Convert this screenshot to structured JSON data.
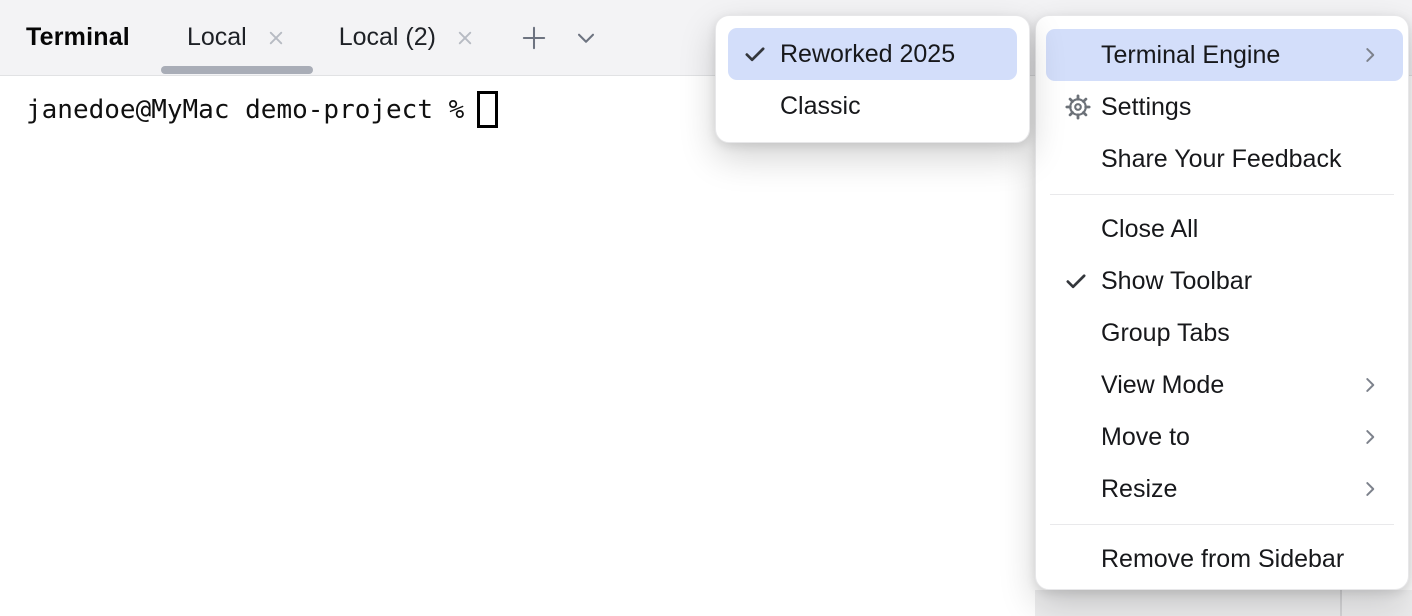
{
  "window": {
    "panel_title": "Terminal"
  },
  "tabs": {
    "items": [
      {
        "label": "Local",
        "active": true,
        "close_icon": "close-icon"
      },
      {
        "label": "Local (2)",
        "active": false,
        "close_icon": "close-icon"
      }
    ],
    "new_tab_icon": "plus-icon",
    "dropdown_icon": "chevron-down-icon"
  },
  "terminal": {
    "prompt_line": "janedoe@MyMac demo-project %",
    "cursor": "hollow-block"
  },
  "context_menu": {
    "items": [
      {
        "label": "Terminal Engine",
        "highlighted": true,
        "has_submenu": true
      },
      {
        "label": "Settings",
        "icon": "gear-icon"
      },
      {
        "label": "Share Your Feedback"
      },
      {
        "label": "Close All"
      },
      {
        "label": "Show Toolbar",
        "checked": true
      },
      {
        "label": "Group Tabs"
      },
      {
        "label": "View Mode",
        "has_submenu": true
      },
      {
        "label": "Move to",
        "has_submenu": true
      },
      {
        "label": "Resize",
        "has_submenu": true
      },
      {
        "label": "Remove from Sidebar"
      }
    ]
  },
  "submenu": {
    "parent": "Terminal Engine",
    "items": [
      {
        "label": "Reworked 2025",
        "checked": true,
        "highlighted": true
      },
      {
        "label": "Classic",
        "checked": false
      }
    ]
  },
  "colors": {
    "menu_highlight": "#d3defa",
    "tabbar_background": "#f3f3f5",
    "active_tab_indicator": "#a9adb7",
    "menu_text": "#17181b",
    "icon_gray": "#6d7380",
    "close_icon_gray": "#b7bbc3",
    "checkmark": "#34373c",
    "terminal_text": "#101010"
  }
}
